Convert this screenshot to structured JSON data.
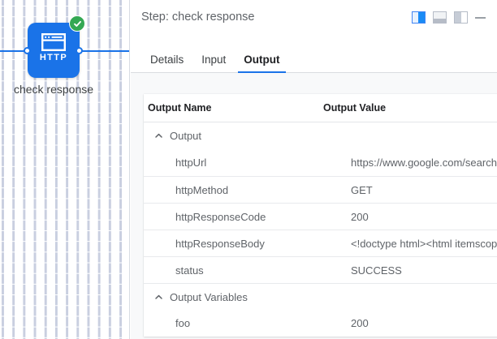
{
  "canvas": {
    "node": {
      "label": "check response",
      "icon": "http-node-icon",
      "icon_text": "HTTP",
      "status_badge": "success-check-icon",
      "color": "#1a73e8",
      "badge_color": "#34a853"
    }
  },
  "panel": {
    "title": "Step: check response",
    "header_icons": [
      {
        "name": "layout-split-right-icon",
        "active": true
      },
      {
        "name": "layout-bottom-panel-icon",
        "active": false
      },
      {
        "name": "layout-split-left-icon",
        "active": false
      },
      {
        "name": "minimize-icon",
        "active": false
      }
    ],
    "tabs": [
      {
        "label": "Details",
        "active": false
      },
      {
        "label": "Input",
        "active": false
      },
      {
        "label": "Output",
        "active": true
      }
    ],
    "table": {
      "columns": [
        "Output Name",
        "Output Value"
      ],
      "groups": [
        {
          "label": "Output",
          "expanded": true,
          "rows": [
            {
              "name": "httpUrl",
              "value": "https://www.google.com/search?q="
            },
            {
              "name": "httpMethod",
              "value": "GET"
            },
            {
              "name": "httpResponseCode",
              "value": "200"
            },
            {
              "name": "httpResponseBody",
              "value": "<!doctype html><html itemscope=\""
            },
            {
              "name": "status",
              "value": "SUCCESS"
            }
          ]
        },
        {
          "label": "Output Variables",
          "expanded": true,
          "rows": [
            {
              "name": "foo",
              "value": "200"
            }
          ]
        }
      ]
    }
  }
}
